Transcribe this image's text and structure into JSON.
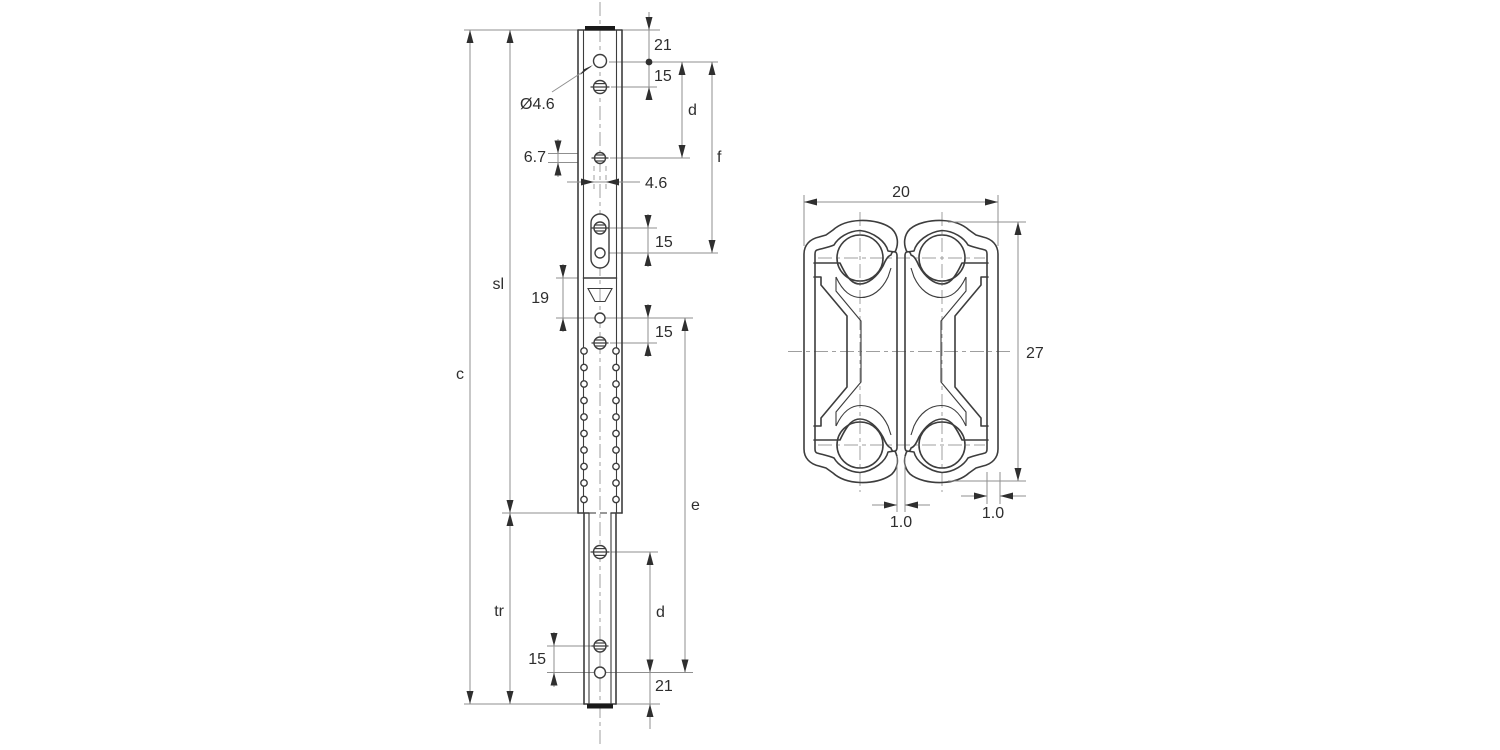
{
  "front_view": {
    "dim_21_top": "21",
    "dim_15_top": "15",
    "hole_diameter": "Ø4.6",
    "dim_d_upper": "d",
    "dim_f": "f",
    "dim_6_7": "6.7",
    "dim_4_6": "4.6",
    "dim_15_slot": "15",
    "label_sl": "sl",
    "dim_19": "19",
    "dim_15_mid": "15",
    "label_c": "c",
    "label_e": "e",
    "label_tr": "tr",
    "dim_d_lower": "d",
    "dim_15_bottom": "15",
    "dim_21_bottom": "21"
  },
  "section_view": {
    "dim_width": "20",
    "dim_height": "27",
    "dim_gap_center": "1.0",
    "dim_gap_right": "1.0"
  },
  "colors": {
    "background": "#ffffff",
    "part_outline": "#3d3d3d",
    "dimension_lines": "#8f8f8f",
    "text": "#2e2e2e",
    "arrowheads": "#2f2f2f"
  }
}
